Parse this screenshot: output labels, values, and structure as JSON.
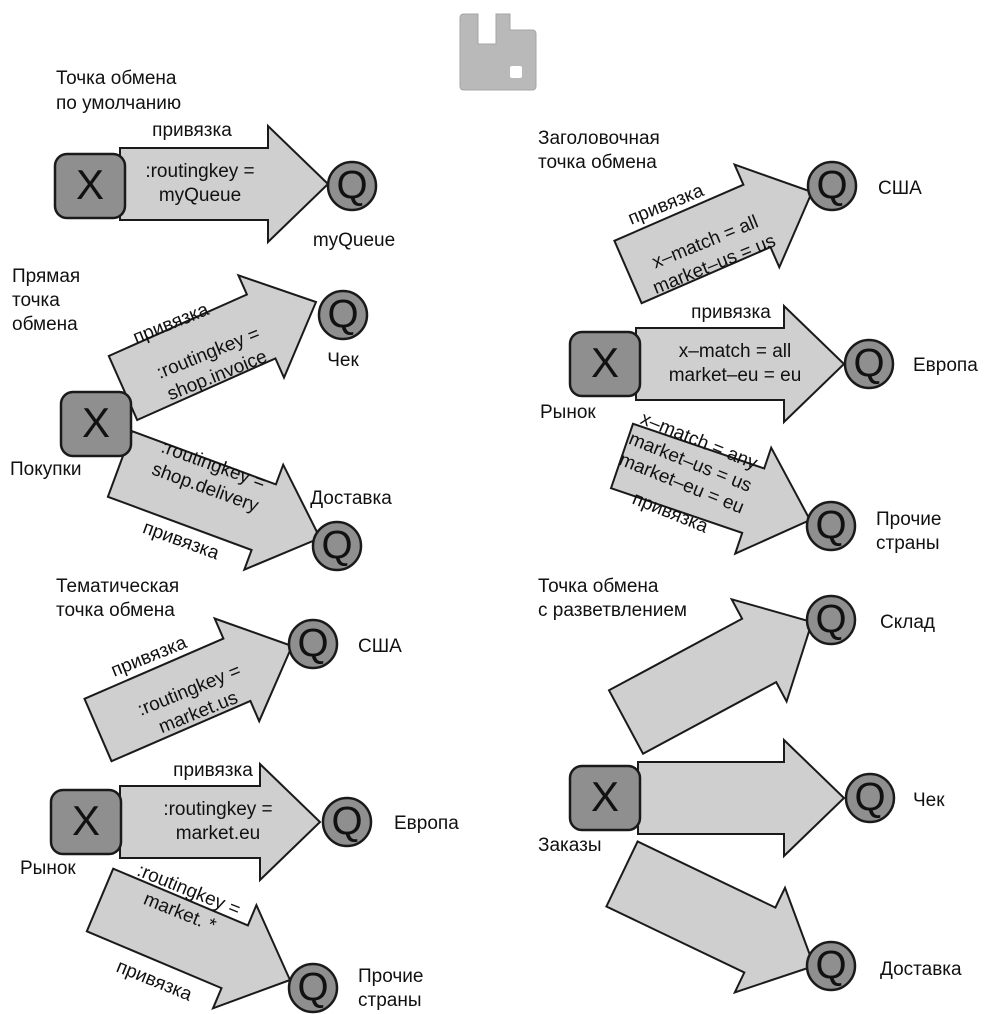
{
  "colors": {
    "arrow_fill": "#cfcfcf",
    "node_fill": "#8f8f8f",
    "stroke": "#1a1a1a",
    "logo": "#b9b9b9"
  },
  "logo": {
    "icon": "rabbitmq-logo-icon"
  },
  "exchange_symbol": "X",
  "queue_symbol": "Q",
  "sections": {
    "default": {
      "title": [
        "Точка обмена",
        "по умолчанию"
      ],
      "binding_label": "привязка",
      "key": [
        ":routingkey =",
        "myQueue"
      ],
      "queue_label": [
        "myQueue"
      ]
    },
    "direct": {
      "title": [
        "Прямая",
        "точка",
        "обмена"
      ],
      "exchange_label": "Покупки",
      "bindings": [
        {
          "binding_label": "привязка",
          "key": [
            ":routingkey =",
            "shop.invoice"
          ],
          "queue_label": [
            "Чек"
          ]
        },
        {
          "binding_label": "привязка",
          "key": [
            ":routingkey =",
            "shop.delivery"
          ],
          "queue_label": [
            "Доставка"
          ]
        }
      ]
    },
    "topic": {
      "title": [
        "Тематическая",
        "точка обмена"
      ],
      "exchange_label": "Рынок",
      "bindings": [
        {
          "binding_label": "привязка",
          "key": [
            ":routingkey =",
            "market.us"
          ],
          "queue_label": [
            "США"
          ]
        },
        {
          "binding_label": "привязка",
          "key": [
            ":routingkey =",
            "market.eu"
          ],
          "queue_label": [
            "Европа"
          ]
        },
        {
          "binding_label": "привязка",
          "key": [
            ":routingkey =",
            "market. *"
          ],
          "queue_label": [
            "Прочие",
            "страны"
          ]
        }
      ]
    },
    "headers": {
      "title": [
        "Заголовочная",
        "точка обмена"
      ],
      "exchange_label": "Рынок",
      "bindings": [
        {
          "binding_label": "привязка",
          "key": [
            "x–match = all",
            "market–us = us"
          ],
          "queue_label": [
            "США"
          ]
        },
        {
          "binding_label": "привязка",
          "key": [
            "x–match = all",
            "market–eu = eu"
          ],
          "queue_label": [
            "Европа"
          ]
        },
        {
          "binding_label": "привязка",
          "key": [
            "x–match = any",
            "market–us = us",
            "market–eu = eu"
          ],
          "queue_label": [
            "Прочие",
            "страны"
          ]
        }
      ]
    },
    "fanout": {
      "title": [
        "Точка обмена",
        "с разветвлением"
      ],
      "exchange_label": "Заказы",
      "queues": [
        {
          "queue_label": [
            "Склад"
          ]
        },
        {
          "queue_label": [
            "Чек"
          ]
        },
        {
          "queue_label": [
            "Доставка"
          ]
        }
      ]
    }
  }
}
